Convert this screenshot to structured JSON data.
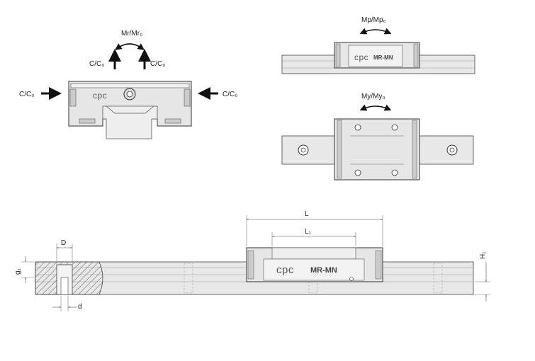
{
  "labels": {
    "c_c0": "C/C₀",
    "mr": "Mr/Mr₀",
    "mp": "Mp/Mp₀",
    "my": "My/My₀",
    "brand": "cpc",
    "model": "MR-MN",
    "dim_L": "L",
    "dim_L1": "L₁",
    "dim_D": "D",
    "dim_d": "d",
    "dim_g1": "g₁",
    "dim_H1": "H₁"
  },
  "colors": {
    "stroke": "#333333",
    "block_fill": "#e6e6e6",
    "rail_fill": "#dddddd",
    "arrow": "#111111",
    "hatch": "#555555"
  }
}
